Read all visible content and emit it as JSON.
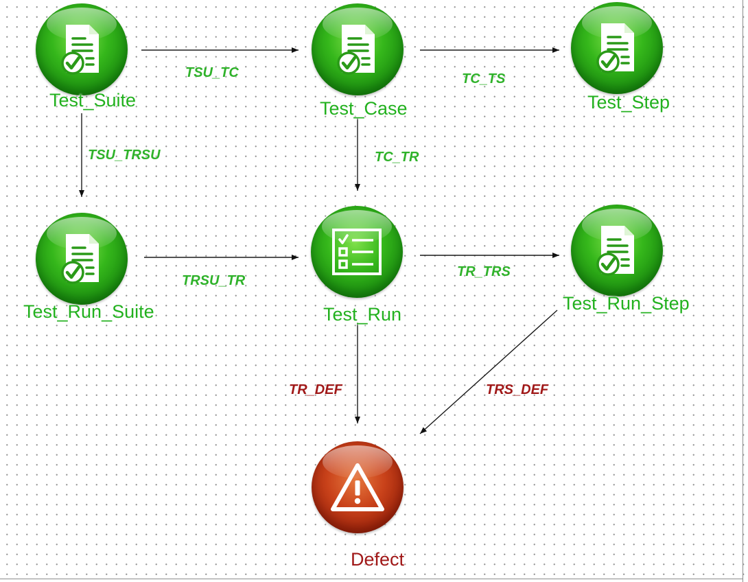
{
  "diagram": {
    "nodes": {
      "test_suite": {
        "label": "Test_Suite",
        "icon": "document-check-icon"
      },
      "test_case": {
        "label": "Test_Case",
        "icon": "document-check-icon"
      },
      "test_step": {
        "label": "Test_Step",
        "icon": "document-check-icon"
      },
      "test_run_suite": {
        "label": "Test_Run_Suite",
        "icon": "document-check-icon"
      },
      "test_run": {
        "label": "Test_Run",
        "icon": "checklist-icon"
      },
      "test_run_step": {
        "label": "Test_Run_Step",
        "icon": "document-check-icon"
      },
      "defect": {
        "label": "Defect",
        "icon": "warning-triangle-icon"
      }
    },
    "edges": [
      {
        "id": "tsu_tc",
        "from": "Test_Suite",
        "to": "Test_Case",
        "label": "TSU_TC"
      },
      {
        "id": "tc_ts",
        "from": "Test_Case",
        "to": "Test_Step",
        "label": "TC_TS"
      },
      {
        "id": "tsu_trsu",
        "from": "Test_Suite",
        "to": "Test_Run_Suite",
        "label": "TSU_TRSU"
      },
      {
        "id": "tc_tr",
        "from": "Test_Case",
        "to": "Test_Run",
        "label": "TC_TR"
      },
      {
        "id": "trsu_tr",
        "from": "Test_Run_Suite",
        "to": "Test_Run",
        "label": "TRSU_TR"
      },
      {
        "id": "tr_trs",
        "from": "Test_Run",
        "to": "Test_Run_Step",
        "label": "TR_TRS"
      },
      {
        "id": "tr_def",
        "from": "Test_Run",
        "to": "Defect",
        "label": "TR_DEF"
      },
      {
        "id": "trs_def",
        "from": "Test_Run_Step",
        "to": "Defect",
        "label": "TRS_DEF"
      }
    ],
    "colors": {
      "green_node": "#2db51a",
      "red_node": "#c0391a",
      "green_text": "#22b11e",
      "red_text": "#a01818",
      "arrow": "#1a1a1a"
    }
  }
}
